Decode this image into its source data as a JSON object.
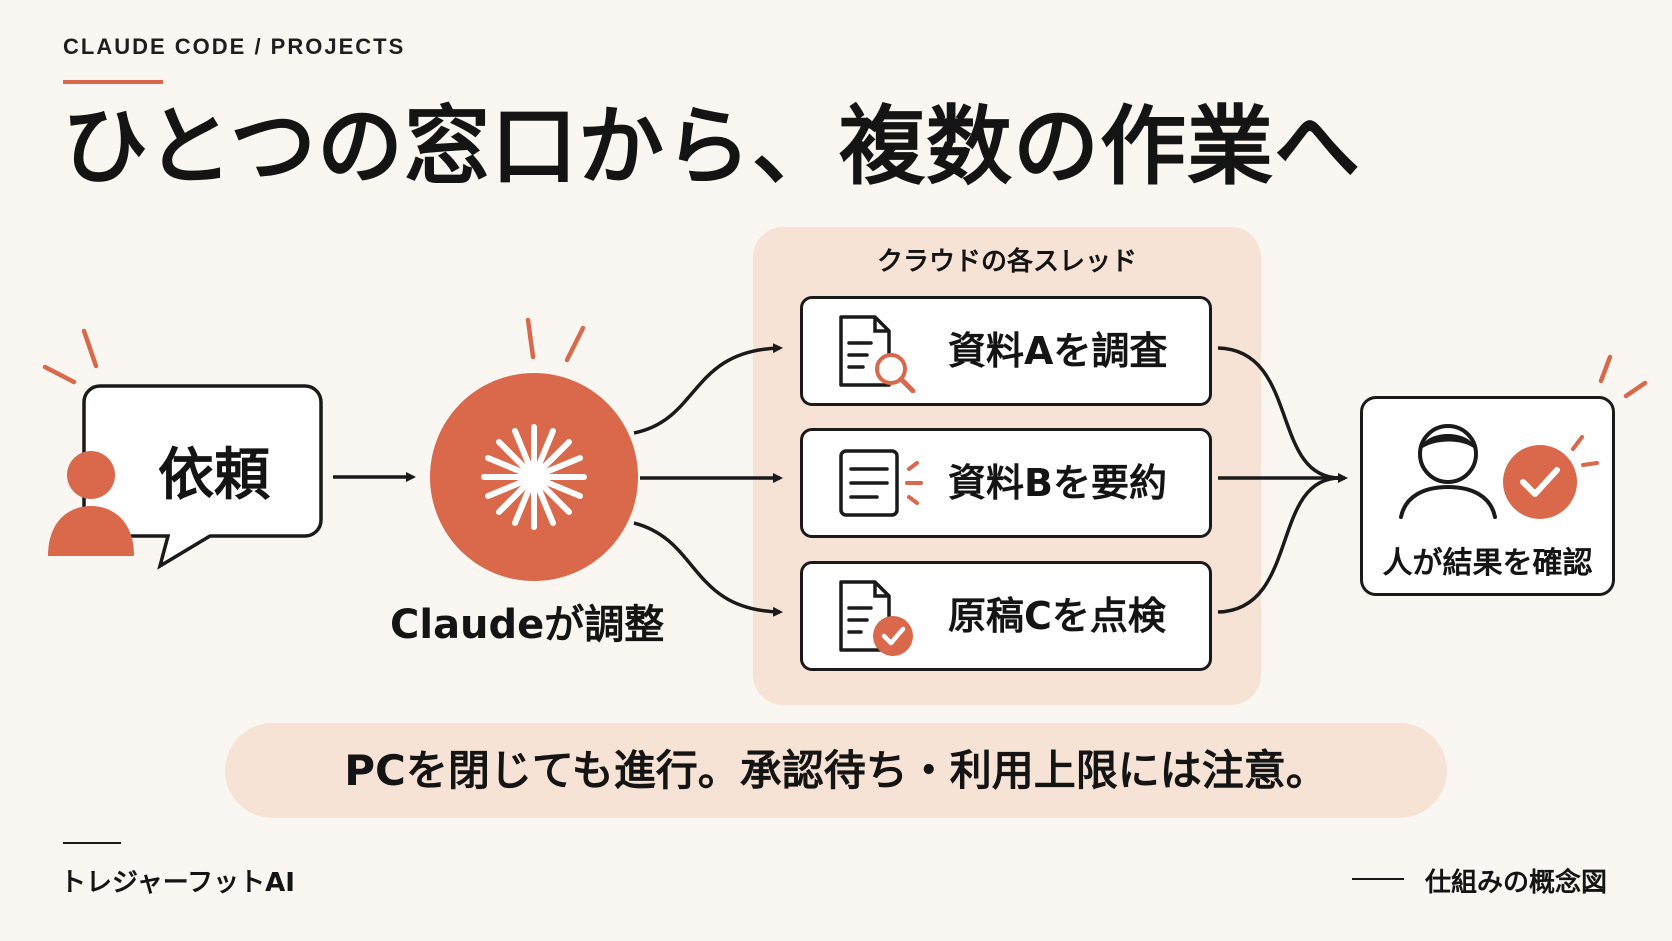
{
  "eyebrow": "CLAUDE CODE / PROJECTS",
  "title": "ひとつの窓口から、複数の作業へ",
  "request": {
    "label": "依頼"
  },
  "claude": {
    "label": "Claudeが調整"
  },
  "panel": {
    "label": "クラウドの各スレッド",
    "tasks": [
      {
        "label": "資料Aを調査",
        "icon": "document-search-icon"
      },
      {
        "label": "資料Bを要約",
        "icon": "document-summary-icon"
      },
      {
        "label": "原稿Cを点検",
        "icon": "document-check-icon"
      }
    ]
  },
  "result": {
    "label": "人が結果を確認"
  },
  "note": "PCを閉じても進行。承認待ち・利用上限には注意。",
  "footer": {
    "brand": "トレジャーフットAI",
    "caption": "仕組みの概念図"
  },
  "colors": {
    "accent": "#d9694a",
    "panel": "#f7e3d6",
    "background": "#faf7f2",
    "ink": "#141414"
  }
}
